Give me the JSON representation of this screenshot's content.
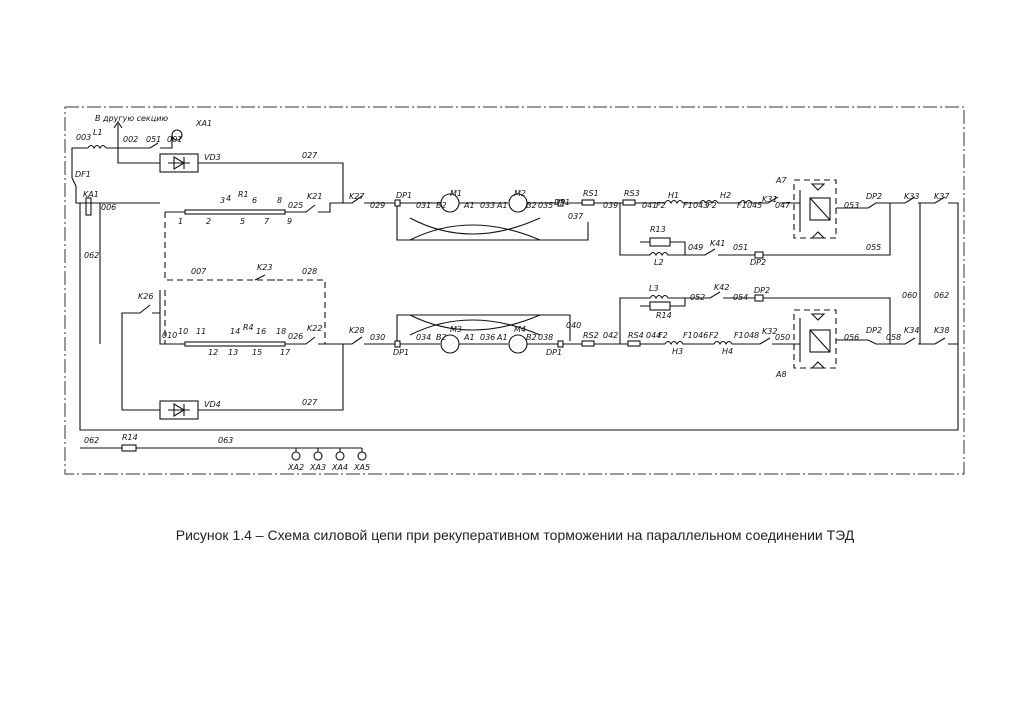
{
  "caption": "Рисунок 1.4 – Схема силовой цепи при рекуперативном торможении на параллельном соединении ТЭД",
  "labels": {
    "l001": "001",
    "l002": "002",
    "l003": "003",
    "l006": "006",
    "l007": "007",
    "l010": "010",
    "l025": "025",
    "l026": "026",
    "l027a": "027",
    "l027b": "027",
    "l028": "028",
    "l029": "029",
    "l030": "030",
    "l031": "031",
    "l033": "033",
    "l035": "035",
    "l034": "034",
    "l036": "036",
    "l038": "038",
    "l037": "037",
    "l039": "039",
    "l040": "040",
    "l041": "041",
    "l042": "042",
    "l043": "043",
    "l044": "044",
    "l045": "045",
    "l046": "046",
    "l047": "047",
    "l048": "048",
    "l049": "049",
    "l050": "050",
    "l051a": "051",
    "l051b": "051",
    "l052": "052",
    "l053": "053",
    "l054": "054",
    "l055": "055",
    "l056": "056",
    "l058": "058",
    "l060": "060",
    "l062a": "062",
    "l062b": "062",
    "l062c": "062",
    "l063": "063",
    "otherSection": "В другую секцию",
    "XA1": "XA1",
    "XA2": "XA2",
    "XA3": "XA3",
    "XA4": "XA4",
    "XA5": "XA5",
    "L1": "L1",
    "L2": "L2",
    "L3": "L3",
    "DF1": "DF1",
    "KA1": "KA1",
    "K21": "K21",
    "K22": "K22",
    "K23": "K23",
    "K26": "K26",
    "K27": "K27",
    "K28": "K28",
    "K31": "K31",
    "K32": "K32",
    "K33": "K33",
    "K34": "K34",
    "K37": "K37",
    "K38": "K38",
    "K41": "K41",
    "K42": "K42",
    "VD3": "VD3",
    "VD4": "VD4",
    "R1": "R1",
    "R4": "R4",
    "R13": "R13",
    "R14": "R14",
    "RS1": "RS1",
    "RS2": "RS2",
    "RS3": "RS3",
    "RS4": "RS4",
    "DP1a": "DP1",
    "DP1b": "DP1",
    "DP1c": "DP1",
    "DP1d": "DP1",
    "DP2a": "DP2",
    "DP2b": "DP2",
    "DP2c": "DP2",
    "DP2d": "DP2",
    "M1": "M1",
    "M2": "M2",
    "M3": "M3",
    "M4": "M4",
    "A1a": "A1",
    "A1b": "A1",
    "A1c": "A1",
    "A1d": "A1",
    "B2a": "B2",
    "B2b": "B2",
    "B2c": "B2",
    "B2d": "B2",
    "F1a": "F1",
    "F1b": "F1",
    "F1c": "F1",
    "F1d": "F1",
    "F2a": "F2",
    "F2b": "F2",
    "F2c": "F2",
    "F2d": "F2",
    "H1": "H1",
    "H2": "H2",
    "H3": "H3",
    "H4": "H4",
    "A7": "A7",
    "A8": "A8",
    "n1": "1",
    "n2": "2",
    "n3": "3",
    "n4": "4",
    "n5": "5",
    "n6": "6",
    "n7": "7",
    "n8": "8",
    "n9": "9",
    "n10": "10",
    "n11": "11",
    "n12": "12",
    "n13": "13",
    "n14": "14",
    "n15": "15",
    "n16": "16",
    "n17": "17",
    "n18": "18"
  }
}
